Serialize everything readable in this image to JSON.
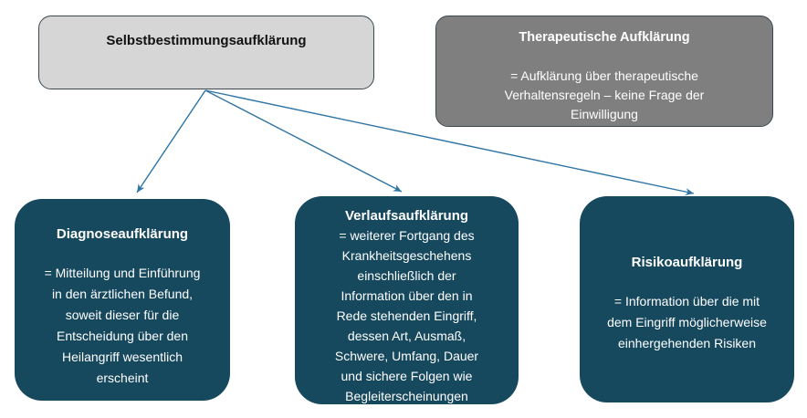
{
  "colors": {
    "canvas_bg": "#ffffff",
    "light_box_fill": "#d6d6d6",
    "gray_box_fill": "#7f7f7f",
    "teal_box_fill": "#16485e",
    "box_border": "#3a4750",
    "arrow": "#2e74a4",
    "dark_text": "#111111",
    "light_text": "#ffffff"
  },
  "root_box": {
    "title": "Selbstbestimmungsaufklärung"
  },
  "therapeutic_box": {
    "title": "Therapeutische Aufklärung",
    "body": "= Aufklärung über therapeutische\nVerhaltensregeln – keine Frage der\nEinwilligung"
  },
  "children": [
    {
      "title": "Diagnoseaufklärung",
      "body": "= Mitteilung und Einführung\nin den ärztlichen Befund,\nsoweit dieser für die\nEntscheidung über den\nHeilangriff wesentlich\nerscheint"
    },
    {
      "title": "Verlaufsaufklärung",
      "body": "= weiterer Fortgang des\nKrankheitsgeschehens\neinschließlich der\nInformation über den in\nRede stehenden Eingriff,\ndessen Art, Ausmaß,\nSchwere, Umfang, Dauer\nund sichere Folgen wie\nBegleiterscheinungen"
    },
    {
      "title": "Risikoaufklärung",
      "body": "= Information über die mit\ndem Eingriff möglicherweise\neinhergehenden Risiken"
    }
  ]
}
